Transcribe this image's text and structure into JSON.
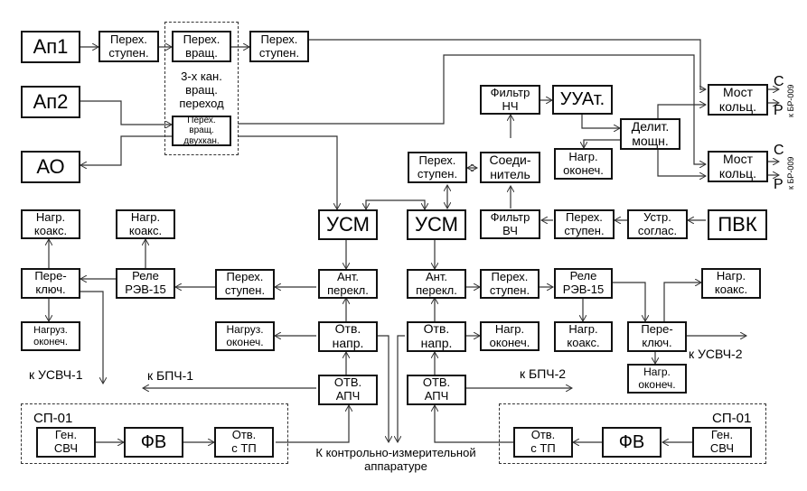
{
  "diagram": {
    "groups": {
      "rot3": "3-х кан.\nвращ.\nпереход",
      "sp01_left": "СП-01",
      "sp01_right": "СП-01"
    },
    "blocks": {
      "ap1": "Ап1",
      "ap2": "Ап2",
      "ao": "АО",
      "step1": "Перех.\nступен.",
      "rot1": "Перех.\nвращ.",
      "step2": "Перех.\nступен.",
      "rot2": "Перех.\nвращ.\nдвухкан.",
      "lpf": "Фильтр\nНЧ",
      "uuat": "УУАт.",
      "divider": "Делит.\nмощн.",
      "load_term_top": "Нагр.\nоконеч.",
      "bridge1": "Мост\nкольц.",
      "bridge2": "Мост\nкольц.",
      "step3": "Перех.\nступен.",
      "combiner": "Соеди-\nнитель",
      "hpf": "Фильтр\nВЧ",
      "step4": "Перех.\nступен.",
      "matcher": "Устр.\nсоглас.",
      "pvk": "ПВК",
      "usm1": "УСМ",
      "usm2": "УСМ",
      "load_coax_l1": "Нагр.\nкоакс.",
      "load_coax_l2": "Нагр.\nкоакс.",
      "switch_l": "Пере-\nключ.",
      "relay_l": "Реле\nРЭВ-15",
      "step_l": "Перех.\nступен.",
      "ant_sw1": "Ант.\nперекл.",
      "ant_sw2": "Ант.\nперекл.",
      "step_r": "Перех.\nступен.",
      "relay_r": "Реле\nРЭВ-15",
      "load_coax_r1": "Нагр.\nкоакс.",
      "load_coax_r2": "Нагр.\nкоакс.",
      "switch_r": "Пере-\nключ.",
      "load_term_l": "Нагруз.\nоконеч.",
      "load_term_l2": "Нагруз.\nоконеч.",
      "coupler1": "Отв.\nнапр.",
      "coupler2": "Отв.\nнапр.",
      "load_term_r": "Нагр.\nоконеч.",
      "load_term_r2": "Нагр.\nоконеч.",
      "afc1": "ОТВ.\nАПЧ",
      "afc2": "ОТВ.\nАПЧ",
      "gen_l": "Ген.\nСВЧ",
      "fv_l": "ФВ",
      "tap_l": "Отв.\nс ТП",
      "gen_r": "Ген.\nСВЧ",
      "fv_r": "ФВ",
      "tap_r": "Отв.\nс ТП"
    },
    "labels": {
      "to_usvch1": "к УСВЧ-1",
      "to_bpch1": "к БПЧ-1",
      "to_bpch2": "к БПЧ-2",
      "to_usvch2": "к УСВЧ-2",
      "to_instruments": "К контрольно-измерительной\nаппаратуре",
      "c1": "С",
      "p1": "Р",
      "c2": "С",
      "p2": "Р",
      "to_br1": "к БР-009",
      "to_br2": "к БР-009"
    }
  }
}
